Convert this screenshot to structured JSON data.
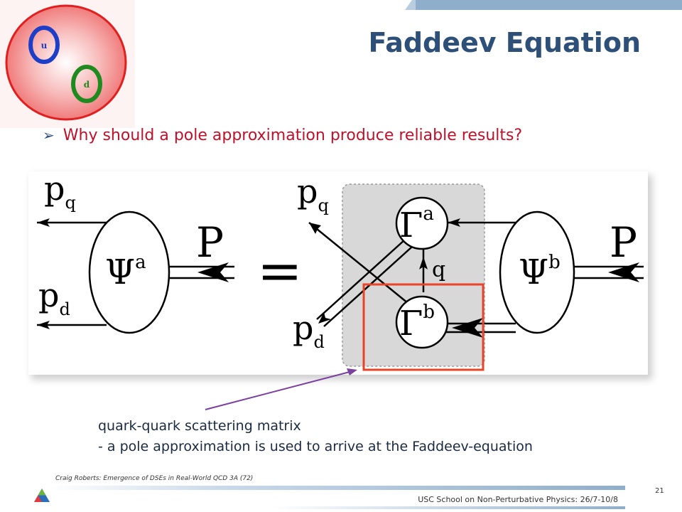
{
  "slide": {
    "title": "Faddeev Equation",
    "bullet": "Why should a pole approximation produce reliable results?",
    "note_line1": "quark-quark scattering matrix",
    "note_line2": "- a pole approximation is used to arrive at the Faddeev-equation",
    "citation": "Craig Roberts: Emergence of DSEs in Real-World QCD 3A (72)",
    "footer": "USC School on Non-Perturbative Physics: 26/7-10/8",
    "page_number": "21"
  },
  "logo": {
    "quark_u": "u",
    "quark_d": "d"
  },
  "diagram": {
    "lhs_p_top": "p",
    "lhs_p_top_sub": "q",
    "lhs_p_bottom": "p",
    "lhs_p_bottom_sub": "d",
    "lhs_vertex": "Ψ",
    "lhs_vertex_sup": "a",
    "lhs_total": "P",
    "equals": "=",
    "rhs_p_top": "p",
    "rhs_p_top_sub": "q",
    "rhs_p_bottom": "p",
    "rhs_p_bottom_sub": "d",
    "gamma_top": "Γ",
    "gamma_top_sup": "a",
    "gamma_bottom": "Γ",
    "gamma_bottom_sup": "b",
    "exchange": "q",
    "rhs_vertex": "Ψ",
    "rhs_vertex_sup": "b",
    "rhs_total": "P"
  },
  "colors": {
    "title": "#2d4f78",
    "bullet": "#c0102a",
    "highlight_box": "#e8442a",
    "pointer_arrow": "#7b3fa0",
    "quark_u": "#1d3fc8",
    "quark_d": "#1f8a1f"
  }
}
